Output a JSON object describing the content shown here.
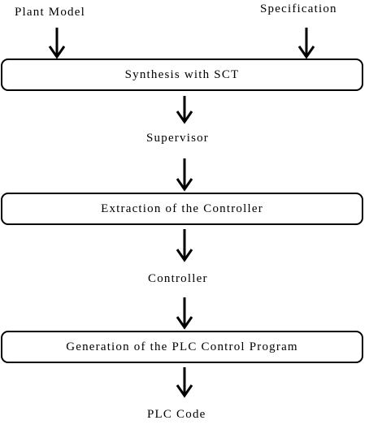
{
  "inputs": {
    "plant_model": "Plant Model",
    "specification": "Specification"
  },
  "steps": {
    "synthesis": "Synthesis with SCT",
    "extraction": "Extraction of the Controller",
    "generation": "Generation of the PLC Control Program"
  },
  "outputs": {
    "supervisor": "Supervisor",
    "controller": "Controller",
    "plc_code": "PLC Code"
  }
}
